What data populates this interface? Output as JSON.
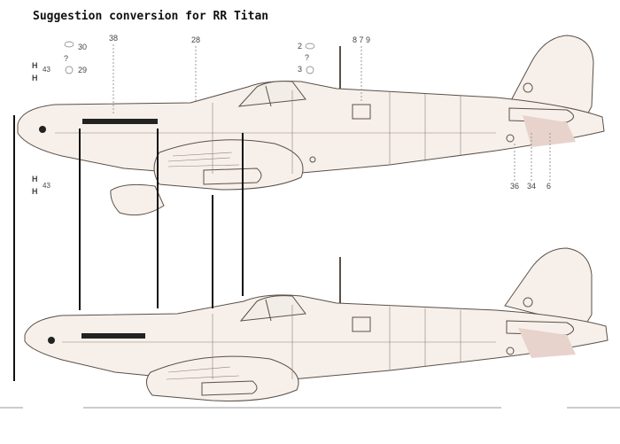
{
  "title": "Suggestion conversion for RR Titan",
  "colors": {
    "background": "#ffffff",
    "airframe": "#f7f0ea",
    "outline": "#5a5048",
    "panel_line": "#8a7f77",
    "shadow_pink": "#e8d3cc",
    "leader": "#111111",
    "label": "#444444"
  },
  "upper_view": {
    "callouts": {
      "c38": "38",
      "c28": "28",
      "c30": "30",
      "c29": "29",
      "q1": "?",
      "c2": "2",
      "q2": "?",
      "c3": "3",
      "c879": "8 7 9",
      "c36": "36",
      "c34": "34",
      "c6": "6",
      "h43a": "43",
      "h43b": "43",
      "ha": "H",
      "hb": "H",
      "hc": "H",
      "hd": "H"
    }
  }
}
